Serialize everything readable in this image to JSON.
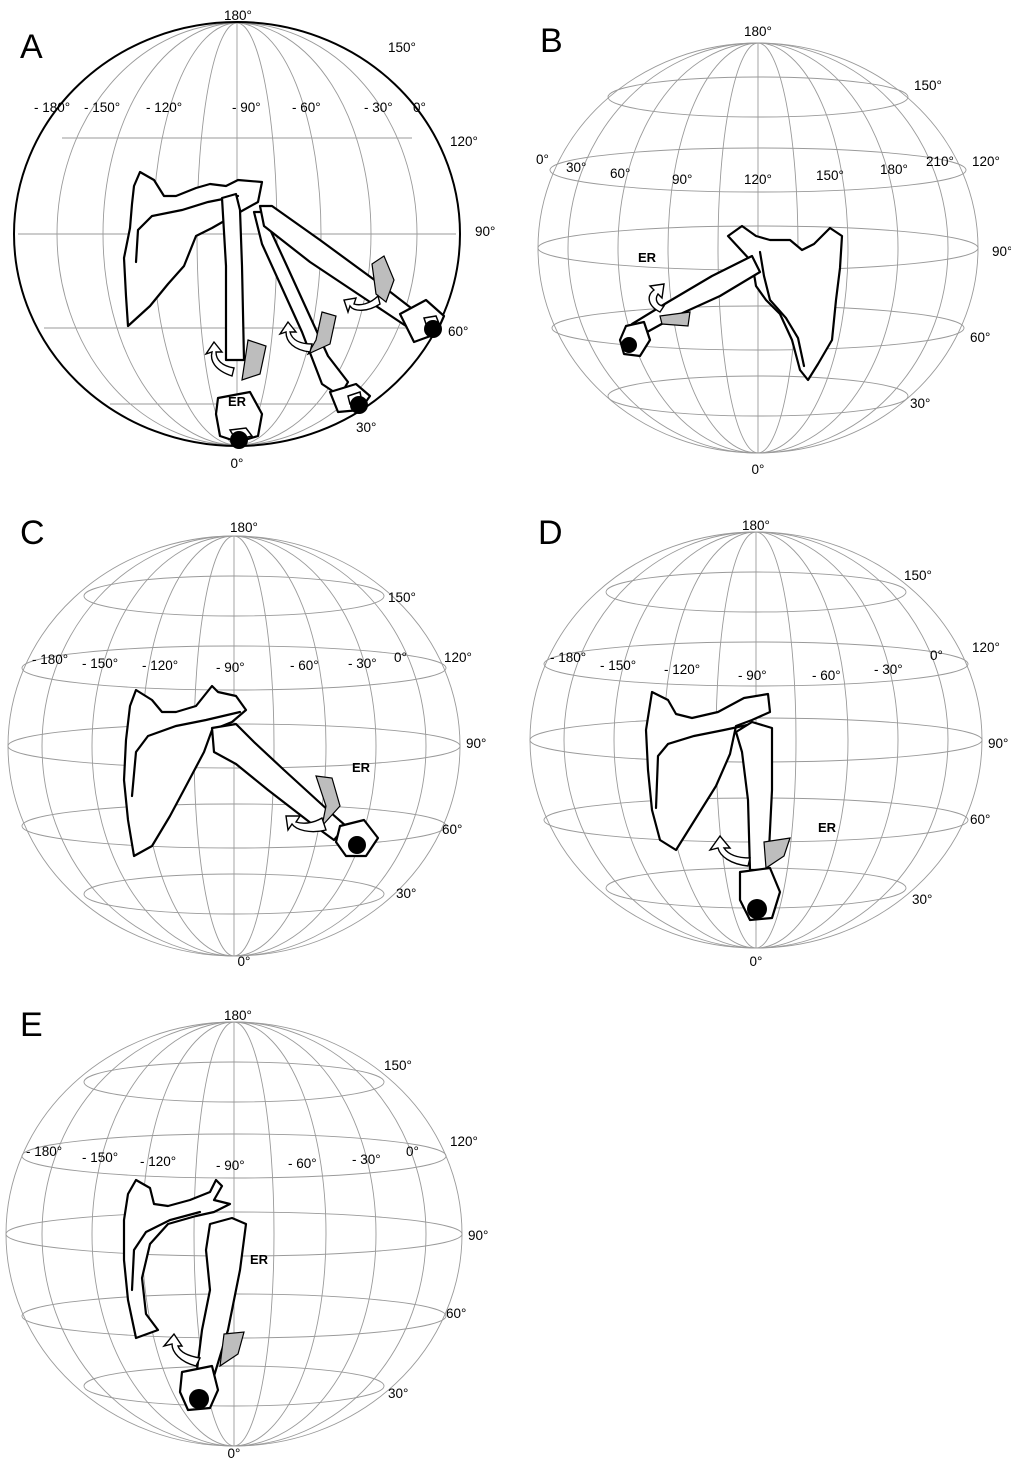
{
  "panels": [
    {
      "letter": "A",
      "top_label": "180°",
      "bottom_label": "0°",
      "ring_labels": [
        "120°",
        "90°",
        "60°",
        "30°"
      ],
      "upper_ring_label": "150°",
      "longitude_labels": [
        "- 180°",
        "- 150°",
        "- 120°",
        "- 90°",
        "- 60°",
        "- 30°",
        "0°"
      ],
      "er_label": "ER"
    },
    {
      "letter": "B",
      "top_label": "180°",
      "bottom_label": "0°",
      "ring_labels": [
        "120°",
        "90°",
        "60°",
        "30°"
      ],
      "upper_ring_label": "150°",
      "longitude_labels": [
        "0°",
        "30°",
        "60°",
        "90°",
        "120°",
        "150°",
        "180°",
        "210°"
      ],
      "er_label": "ER"
    },
    {
      "letter": "C",
      "top_label": "180°",
      "bottom_label": "0°",
      "ring_labels": [
        "120°",
        "90°",
        "60°",
        "30°"
      ],
      "upper_ring_label": "150°",
      "longitude_labels": [
        "- 180°",
        "- 150°",
        "- 120°",
        "- 90°",
        "- 60°",
        "- 30°",
        "0°"
      ],
      "er_label": "ER"
    },
    {
      "letter": "D",
      "top_label": "180°",
      "bottom_label": "0°",
      "ring_labels": [
        "120°",
        "90°",
        "60°",
        "30°"
      ],
      "upper_ring_label": "150°",
      "longitude_labels": [
        "- 180°",
        "- 150°",
        "- 120°",
        "- 90°",
        "- 60°",
        "- 30°",
        "0°"
      ],
      "er_label": "ER"
    },
    {
      "letter": "E",
      "top_label": "180°",
      "bottom_label": "0°",
      "ring_labels": [
        "120°",
        "90°",
        "60°",
        "30°"
      ],
      "upper_ring_label": "150°",
      "longitude_labels": [
        "- 180°",
        "- 150°",
        "- 120°",
        "- 90°",
        "- 60°",
        "- 30°",
        "0°"
      ],
      "er_label": "ER"
    }
  ]
}
